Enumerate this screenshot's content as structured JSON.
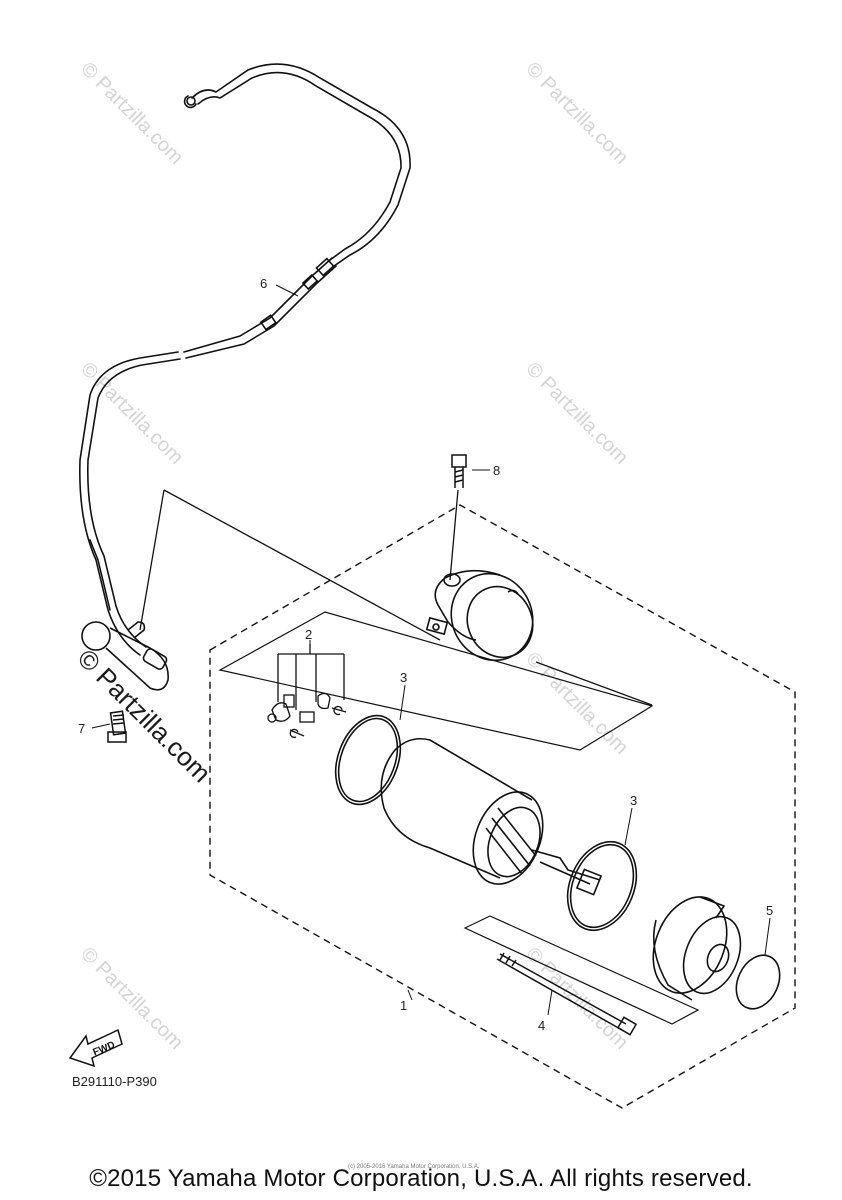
{
  "callouts": {
    "c1": "1",
    "c2": "2",
    "c3a": "3",
    "c3b": "3",
    "c4": "4",
    "c5": "5",
    "c6": "6",
    "c7": "7",
    "c8": "8"
  },
  "watermark": {
    "text": "© Partzilla.com"
  },
  "fwd_arrow": {
    "label": "FWD"
  },
  "diagram_code": "B291110-P390",
  "small_copyright": "(c) 2005-2016 Yamaha Motor Corporation, U.S.A.",
  "copyright": "©2015 Yamaha Motor Corporation, U.S.A. All rights reserved.",
  "colors": {
    "line": "#111111",
    "watermark": "#d4d4d4",
    "background": "#ffffff"
  }
}
